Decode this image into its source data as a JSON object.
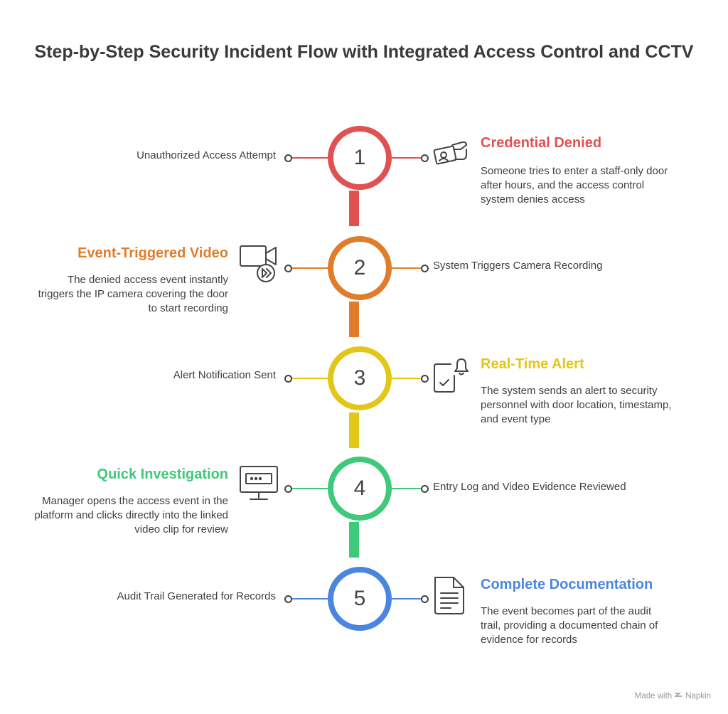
{
  "title": "Step-by-Step Security Incident Flow with Integrated Access Control and CCTV",
  "colors": {
    "step1": "#e05252",
    "step2": "#e07d2a",
    "step3": "#e3c718",
    "step4": "#3fc97a",
    "step5": "#4a86e0"
  },
  "steps": [
    {
      "number": "1",
      "left_label": "Unauthorized Access Attempt",
      "heading": "Credential Denied",
      "description": "Someone tries to enter a staff-only door after hours, and the access control system denies access",
      "icon": "id-card-hand-icon"
    },
    {
      "number": "2",
      "right_label": "System Triggers Camera Recording",
      "heading": "Event-Triggered Video",
      "description": "The denied access event instantly triggers the IP camera covering the door to start recording",
      "icon": "video-camera-icon"
    },
    {
      "number": "3",
      "left_label": "Alert Notification Sent",
      "heading": "Real-Time Alert",
      "description": "The system sends an alert to security personnel with door location, timestamp, and event type",
      "icon": "phone-bell-icon"
    },
    {
      "number": "4",
      "right_label": "Entry Log and Video Evidence Reviewed",
      "heading": "Quick Investigation",
      "description": "Manager opens the access event in the platform and clicks directly into the linked video clip for review",
      "icon": "monitor-icon"
    },
    {
      "number": "5",
      "left_label": "Audit Trail Generated for Records",
      "heading": "Complete Documentation",
      "description": "The event becomes part of the audit trail, providing a documented chain of evidence for records",
      "icon": "document-icon"
    }
  ],
  "footer": {
    "made_with": "Made with",
    "brand": "Napkin"
  }
}
